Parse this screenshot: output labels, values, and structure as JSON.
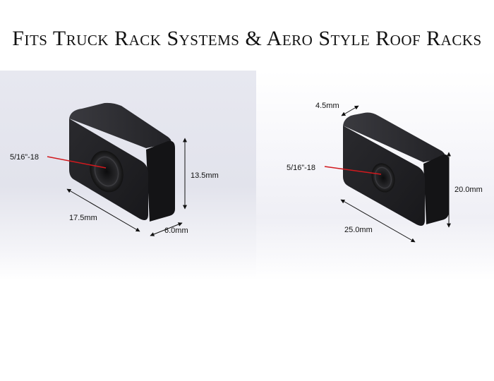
{
  "title": "Fits Truck Rack Systems & Aero Style Roof Racks",
  "left_nut": {
    "thread_label": "5/16”-18",
    "width_label": "17.5mm",
    "height_label": "13.5mm",
    "depth_label": "6.0mm"
  },
  "right_nut": {
    "thread_label": "5/16”-18",
    "width_label": "25.0mm",
    "height_label": "20.0mm",
    "depth_label": "4.5mm"
  },
  "colors": {
    "nut_front": "#1c1c1f",
    "nut_side": "#101012",
    "leader_line": "#d2191e"
  }
}
